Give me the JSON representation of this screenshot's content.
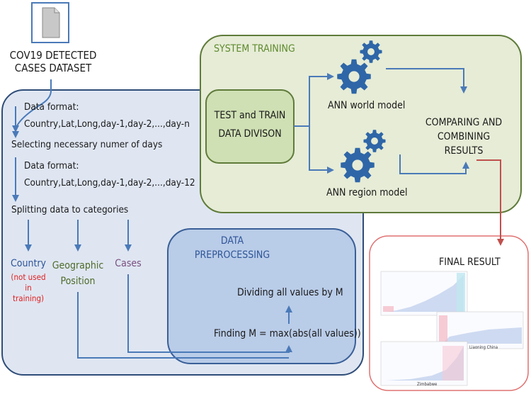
{
  "dataset": {
    "title_line1": "COV19 DETECTED",
    "title_line2": "CASES DATASET",
    "icon": "document-icon"
  },
  "pipeline": {
    "format1_label": "Data format:",
    "format1_value": "Country,Lat,Long,day-1,day-2,...,day-n",
    "select_days": "Selecting necessary numer of days",
    "format2_label": "Data format:",
    "format2_value": "Country,Lat,Long,day-1,day-2,...,day-12",
    "split": "Splitting data to categories"
  },
  "categories": {
    "country": "Country",
    "country_note_line1": "(not used",
    "country_note_line2": "in",
    "country_note_line3": "training)",
    "geo_line1": "Geographic",
    "geo_line2": "Position",
    "cases": "Cases"
  },
  "preprocessing": {
    "title_line1": "DATA",
    "title_line2": "PREPROCESSING",
    "dividing": "Dividing all values by M",
    "finding": "Finding M = max(abs(all values))"
  },
  "training": {
    "title": "SYSTEM TRAINING",
    "test_train_line1": "TEST and TRAIN",
    "test_train_line2": "DATA DIVISON",
    "world_model": "ANN world model",
    "region_model": "ANN region model",
    "compare_line1": "COMPARING AND",
    "compare_line2": "COMBINING",
    "compare_line3": "RESULTS",
    "gear_icon": "gear-icon"
  },
  "final": {
    "title": "FINAL RESULT",
    "chart2_label": "Liaoning China",
    "chart3_label": "Zimbabwe"
  },
  "colors": {
    "main_panel": "#dfe6f2",
    "main_border": "#2f4d78",
    "preproc_fill": "#b9cce8",
    "preproc_border": "#3a5f97",
    "training_fill": "#e6ecd6",
    "training_border": "#5f7b3a",
    "testtrain_fill": "#cfe0b4",
    "arrow_blue": "#4a7ab8",
    "arrow_red": "#c0504d",
    "final_border": "#e07070",
    "country_red": "#e02020",
    "geo_green": "#4e6b2a",
    "cases_purple": "#7a4f80",
    "title_green": "#5f8a2e",
    "preproc_title": "#2f5597",
    "gear": "#2e66a8"
  }
}
